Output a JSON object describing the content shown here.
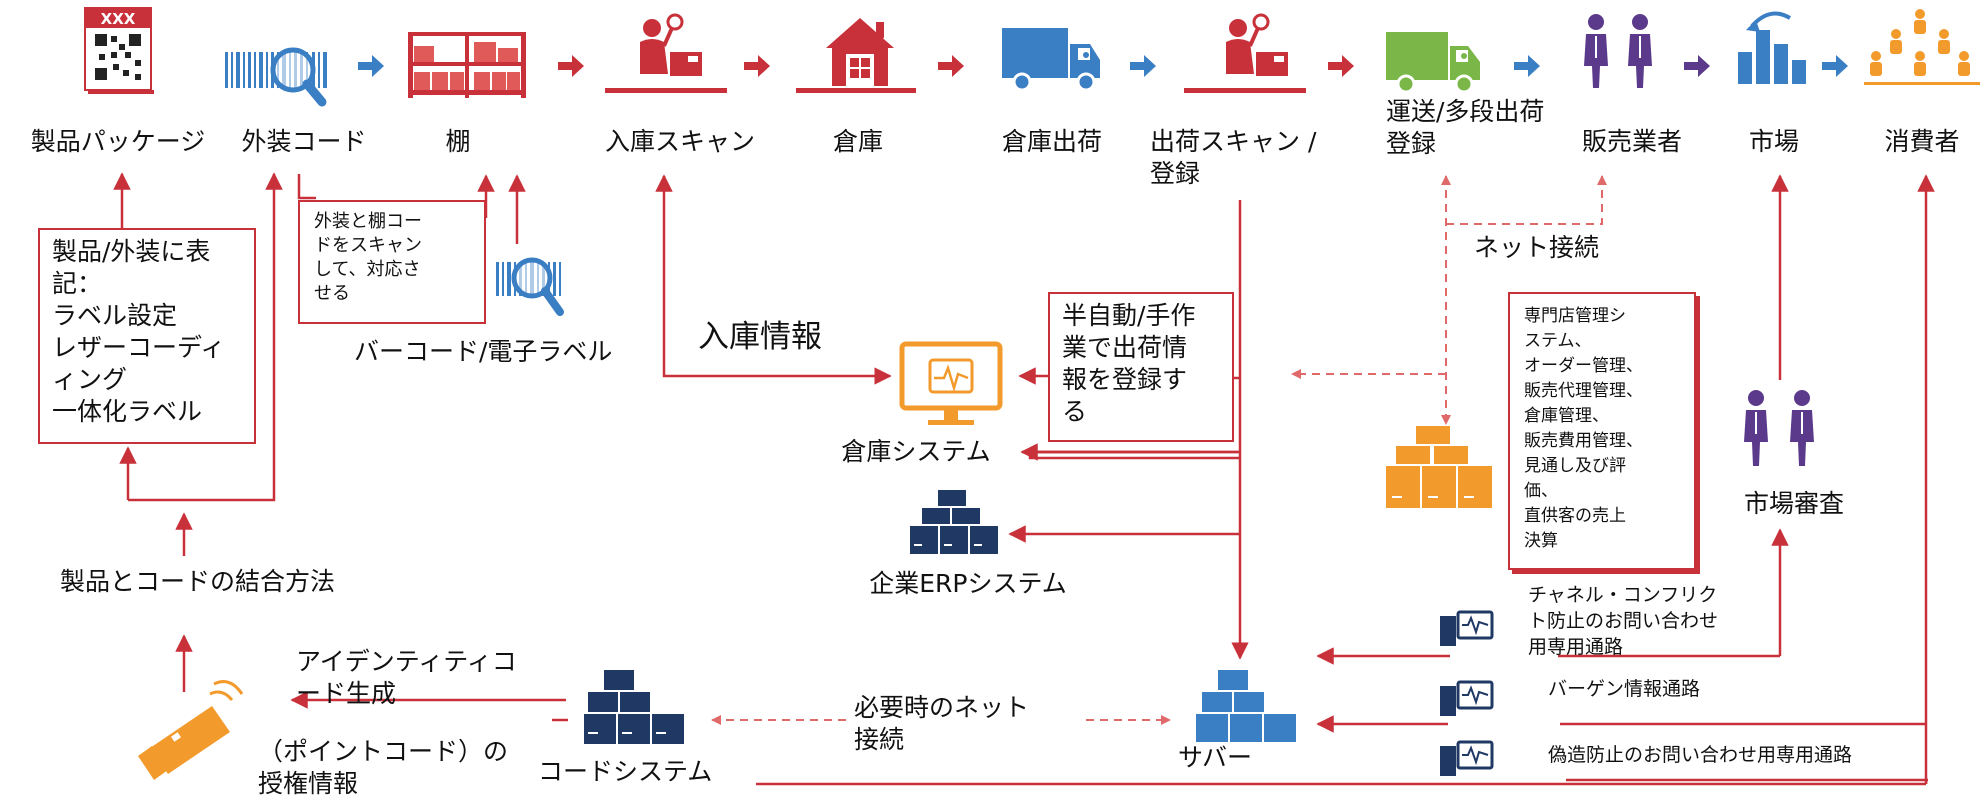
{
  "colors": {
    "red": "#c8313a",
    "blue": "#3a7ec4",
    "navy": "#1f3864",
    "orange": "#f39a2c",
    "green": "#7ab648",
    "purple": "#5b3a8c"
  },
  "flow": [
    {
      "label": "製品パッケージ",
      "icon": "qr-package-icon"
    },
    {
      "label": "外装コード",
      "icon": "barcode-magnifier-icon"
    },
    {
      "label": "棚",
      "icon": "shelf-icon"
    },
    {
      "label": "入庫スキャン",
      "icon": "scanner-worker-icon"
    },
    {
      "label": "倉庫",
      "icon": "warehouse-icon"
    },
    {
      "label": "倉庫出荷",
      "icon": "delivery-truck-icon"
    },
    {
      "label": "出荷スキャン /",
      "label2": "登録",
      "icon": "scanner-worker-icon"
    },
    {
      "label": "運送/多段出荷",
      "label2": "登録",
      "icon": "green-truck-icon"
    },
    {
      "label": "販売業者",
      "icon": "people-icon"
    },
    {
      "label": "市場",
      "icon": "bar-growth-icon"
    },
    {
      "label": "消費者",
      "icon": "consumer-group-icon"
    }
  ],
  "marking_box": {
    "lines": [
      "製品/外装に表",
      "記：",
      "ラベル設定",
      "レザーコーディ",
      "ィング",
      "一体化ラベル"
    ]
  },
  "scan_note": {
    "lines": [
      "外装と棚コー",
      "ドをスキャン",
      "して、対応さ",
      "せる"
    ]
  },
  "barcode_label": "バーコード/電子ラベル",
  "inbound_info": "入庫情報",
  "manual_box": {
    "lines": [
      "半自動/手作",
      "業で出荷情",
      "報を登録す",
      "る"
    ]
  },
  "net_connect": "ネット接続",
  "store_box": {
    "lines": [
      "専門店管理シ",
      "ステム、",
      "オーダー管理、",
      "販売代理管理、",
      "倉庫管理、",
      "販売費用管理、",
      "見通し及び評",
      "価、",
      "直供客の売上",
      "決算"
    ]
  },
  "market_review": "市場審査",
  "warehouse_system": "倉庫システム",
  "erp_system": "企業ERPシステム",
  "join_method": "製品とコードの結合方法",
  "id_code_gen": {
    "lines": [
      "アイデンティティコ",
      "ード生成"
    ]
  },
  "auth_info": {
    "lines": [
      "（ポイントコード）の",
      "授権情報"
    ]
  },
  "code_system": "コードシステム",
  "on_demand": {
    "lines": [
      "必要時のネット",
      "接続"
    ]
  },
  "server": "サバー",
  "channels": [
    {
      "lines": [
        "チャネル・コンフリク",
        "ト防止のお問い合わせ",
        "用専用通路"
      ]
    },
    {
      "lines": [
        "バーゲン情報通路"
      ]
    },
    {
      "lines": [
        "偽造防止のお問い合わせ用専用通路"
      ]
    }
  ]
}
